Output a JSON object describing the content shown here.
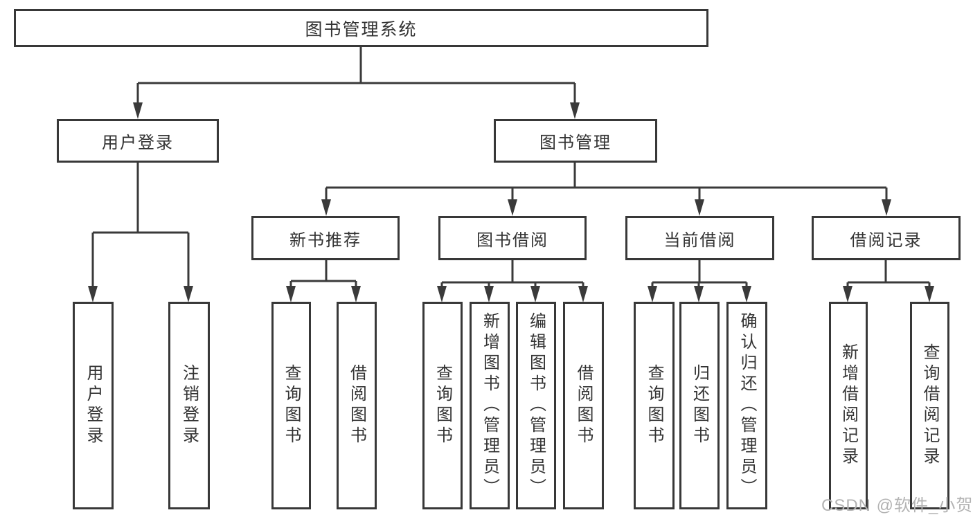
{
  "tree": {
    "root": {
      "label": "图书管理系统",
      "children": [
        {
          "label": "用户登录",
          "children": [
            {
              "label": "用户登录"
            },
            {
              "label": "注销登录"
            }
          ]
        },
        {
          "label": "图书管理",
          "children": [
            {
              "label": "新书推荐",
              "children": [
                {
                  "label": "查询图书"
                },
                {
                  "label": "借阅图书"
                }
              ]
            },
            {
              "label": "图书借阅",
              "children": [
                {
                  "label": "查询图书"
                },
                {
                  "label": "新增图书（管理员）"
                },
                {
                  "label": "编辑图书（管理员）"
                },
                {
                  "label": "借阅图书"
                }
              ]
            },
            {
              "label": "当前借阅",
              "children": [
                {
                  "label": "查询图书"
                },
                {
                  "label": "归还图书"
                },
                {
                  "label": "确认归还（管理员）"
                }
              ]
            },
            {
              "label": "借阅记录",
              "children": [
                {
                  "label": "新增借阅记录"
                },
                {
                  "label": "查询借阅记录"
                }
              ]
            }
          ]
        }
      ]
    }
  },
  "watermark": "CSDN @软件_小贺同学",
  "colors": {
    "line": "#3a3a3a",
    "border": "#383838",
    "text": "#333333",
    "watermark": "#b3b3b3",
    "background": "#ffffff"
  }
}
